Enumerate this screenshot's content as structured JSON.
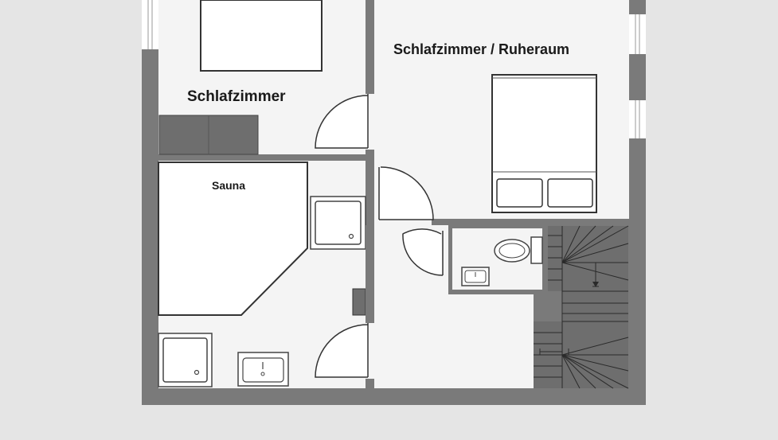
{
  "plan": {
    "labels": {
      "schlafzimmer": "Schlafzimmer",
      "schlafzimmer_ruheraum": "Schlafzimmer / Ruheraum",
      "sauna": "Sauna"
    },
    "colors": {
      "background": "#e5e5e5",
      "wall": "#7a7a7a",
      "floor": "#f4f4f4",
      "furniture_line": "#555555",
      "stairs": "#6e6e6e"
    },
    "icons": [
      "door-swing-icon",
      "bed-icon",
      "shower-tray-icon",
      "washbasin-icon",
      "toilet-icon",
      "staircase-icon",
      "radiator-icon",
      "window-icon"
    ]
  }
}
